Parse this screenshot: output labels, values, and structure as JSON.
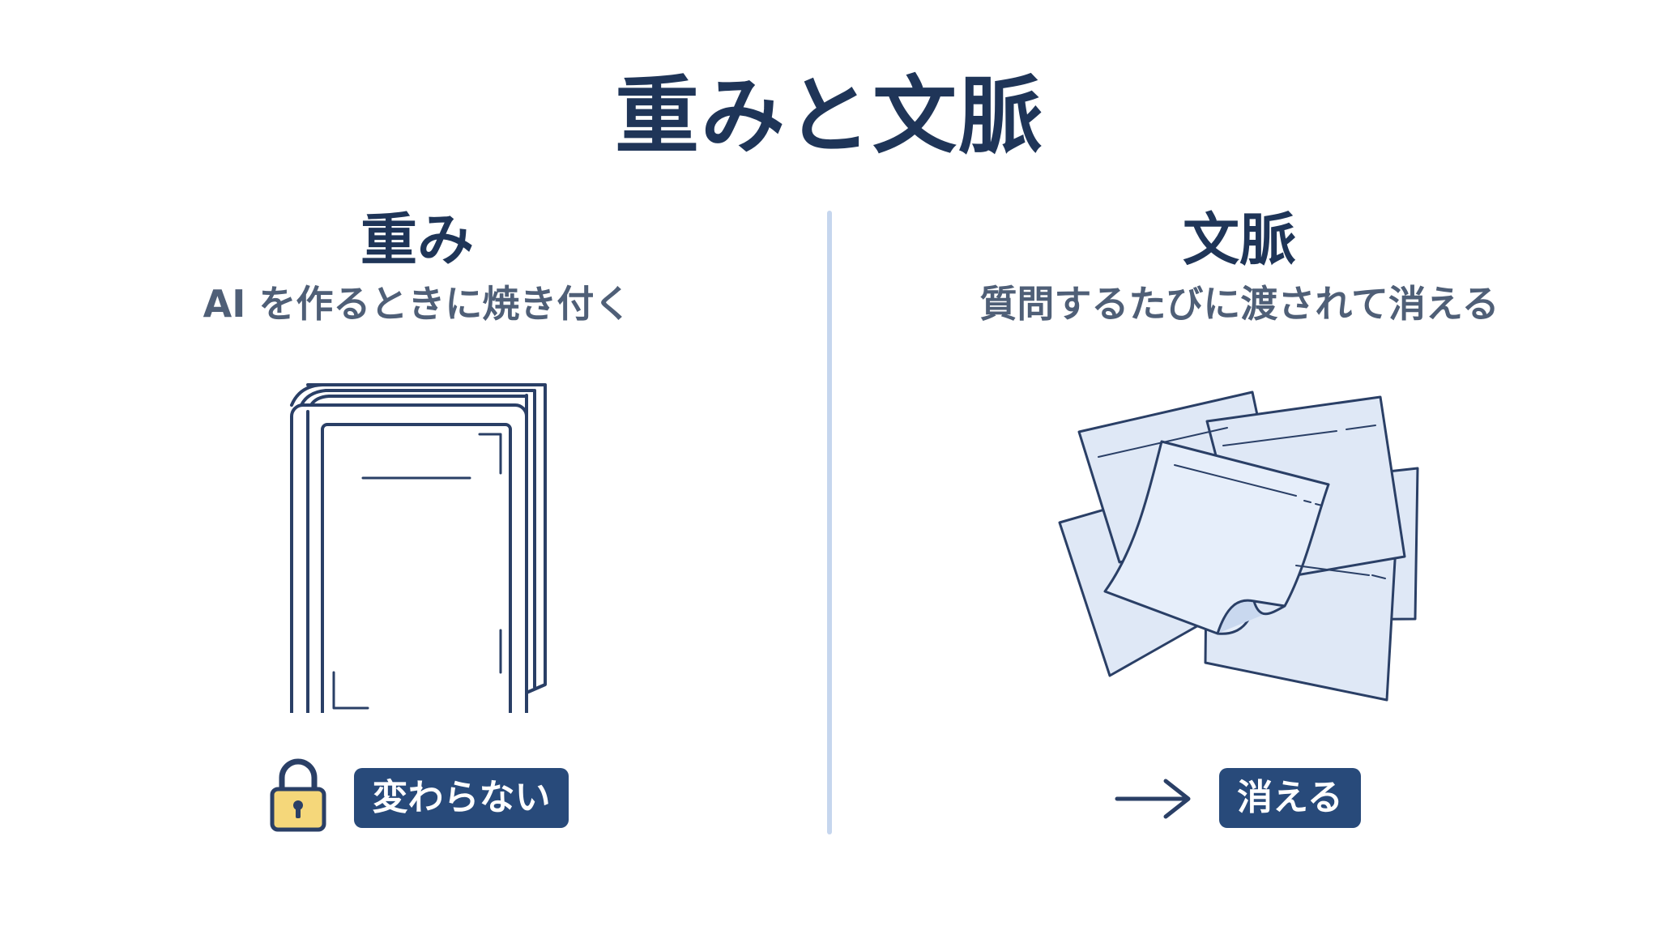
{
  "title": "重みと文脈",
  "left": {
    "heading": "重み",
    "subtitle": "AI を作るときに焼き付く",
    "badge": "変わらない",
    "icon": "lock-icon"
  },
  "right": {
    "heading": "文脈",
    "subtitle": "質問するたびに渡されて消える",
    "badge": "消える",
    "icon": "arrow-right-icon"
  },
  "colors": {
    "navy": "#284a7a",
    "paper": "#dfe8f6",
    "divider": "#c6d6ee",
    "lock": "#f5d77a"
  }
}
